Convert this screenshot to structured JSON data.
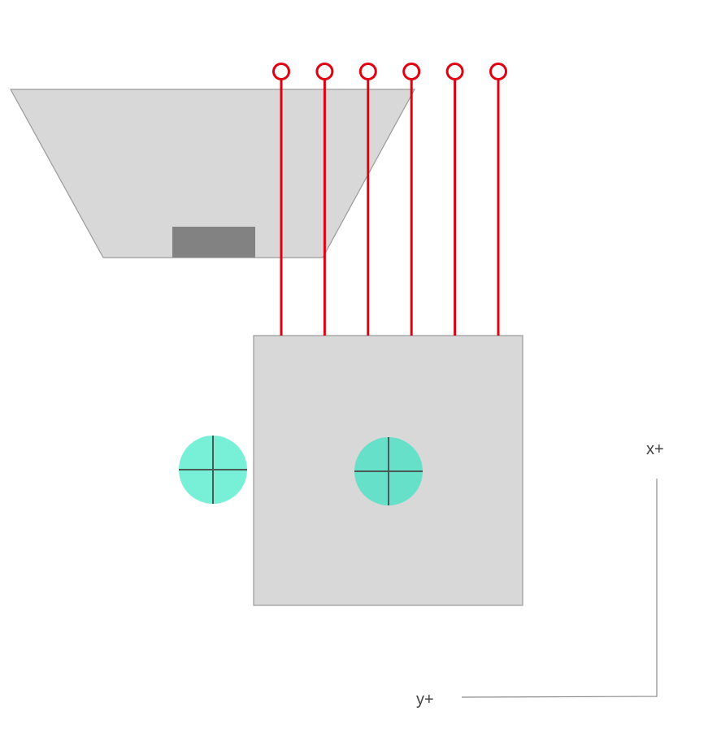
{
  "axes": {
    "x_label": "x+",
    "y_label": "y+"
  },
  "wires": {
    "count": 6
  },
  "colors": {
    "background": "#ffffff",
    "hopper_fill": "#d8d8d8",
    "hopper_stroke": "#9a9a9a",
    "outlet_fill": "#828282",
    "plate_fill": "#d8d8d8",
    "plate_stroke": "#9a9a9a",
    "wire": "#e0000f",
    "marker_outer_fill": "#78f0d8",
    "marker_center_fill": "#66e0c8",
    "marker_cross": "#4a5a55",
    "axis_line": "#8c8c8c",
    "axis_text": "#444444"
  },
  "icons": {
    "fiducial": "crosshair-circle-icon",
    "wire_end": "circle-terminal-icon"
  }
}
